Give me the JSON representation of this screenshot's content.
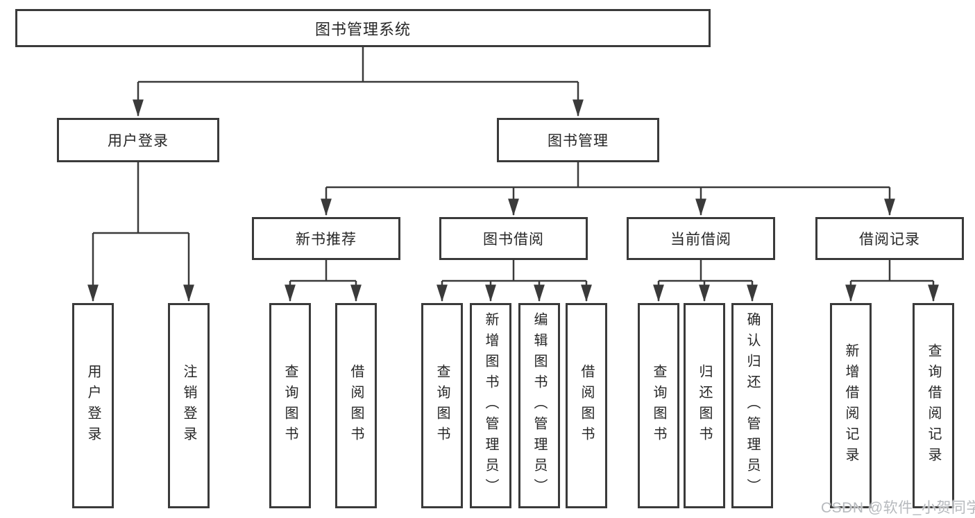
{
  "title": "图书管理系统",
  "watermark": "CSDN @软件_小贺同学",
  "colors": {
    "line": "#3a3a3a",
    "box_border": "#3a3a3a",
    "text": "#262626",
    "watermark": "#b6b9bd",
    "background": "#ffffff"
  },
  "level2": {
    "user_login": "用户登录",
    "book_mgmt": "图书管理"
  },
  "level3": {
    "new_books": "新书推荐",
    "borrowing": "图书借阅",
    "current": "当前借阅",
    "records": "借阅记录"
  },
  "leaves": {
    "user_login_1": "用户登录",
    "user_login_2": "注销登录",
    "new_books_1": "查询图书",
    "new_books_2": "借阅图书",
    "borrowing_1": "查询图书",
    "borrowing_2": "新增图书（管理员）",
    "borrowing_3": "编辑图书（管理员）",
    "borrowing_4": "借阅图书",
    "current_1": "查询图书",
    "current_2": "归还图书",
    "current_3": "确认归还（管理员）",
    "records_1": "新增借阅记录",
    "records_2": "查询借阅记录"
  }
}
